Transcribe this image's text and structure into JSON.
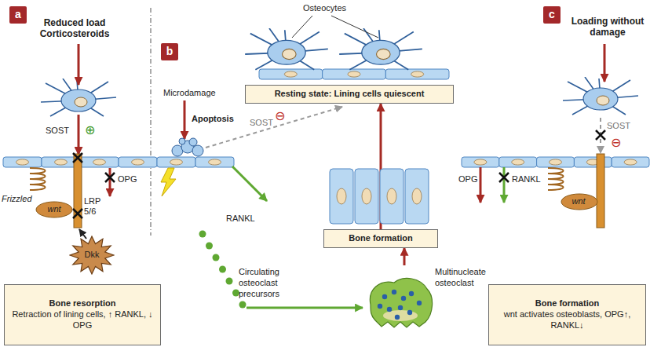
{
  "diagram": {
    "nodes": [
      {
        "text": [
          "a"
        ]
      },
      {
        "text": [
          "b"
        ]
      },
      {
        "text": [
          "c"
        ]
      },
      {
        "text": [
          "Bone resorption",
          "Retraction of lining cells, ↑ RANKL, ↓ OPG"
        ]
      },
      {
        "text": [
          "Dkk"
        ]
      },
      {
        "text": [
          "wnt"
        ]
      },
      {
        "text": [
          "Resting state: Lining cells quiescent"
        ]
      },
      {
        "text": [
          "Bone formation"
        ]
      },
      {
        "text": [
          "Multinucleate osteoclast"
        ]
      },
      {
        "text": [
          "Circulating osteoclast precursors"
        ]
      },
      {
        "text": [
          "wnt"
        ]
      },
      {
        "text": [
          "Bone formation",
          "wnt activates osteoblasts, OPG↑, RANKL↓"
        ]
      }
    ],
    "edges": [
      {
        "from": 9,
        "to": 8,
        "arrow": "to"
      },
      {
        "from": 8,
        "to": 7,
        "arrow": "to"
      },
      {
        "from": 7,
        "to": 6,
        "arrow": "to"
      }
    ],
    "labels": [
      "Reduced load Corticosteroids",
      "SOST",
      "⊕",
      "Frizzled",
      "LRP 5/6",
      "OPG",
      "Microdamage",
      "Apoptosis",
      "SOST",
      "⊖",
      "RANKL",
      "Osteocytes",
      "Loading without damage",
      "SOST",
      "⊖",
      "OPG",
      "RANKL"
    ]
  }
}
